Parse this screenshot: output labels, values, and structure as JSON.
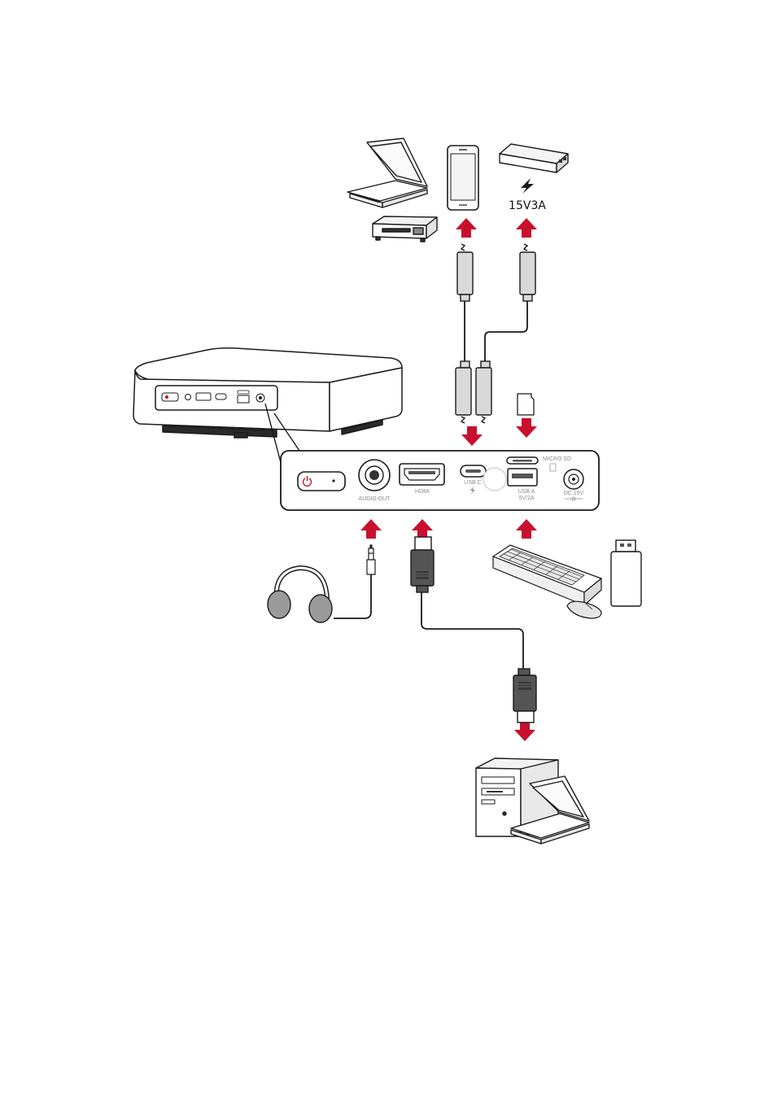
{
  "colors": {
    "arrow": "#c8102e",
    "outline": "#1a1a1a",
    "cable": "#222222",
    "connector_fill": "#d9d9d9",
    "hdmi_plug": "#555555"
  },
  "power_source": {
    "label": "15V3A",
    "icon": "lightning-bolt-icon"
  },
  "ports": {
    "audio_out": "AUDIO OUT",
    "hdmi": "HDMI",
    "usb_c": "USB C",
    "usb_a": "USB A",
    "usb_a_rating": "5V/2A",
    "micro_sd": "MICRO SD",
    "dc": "DC 19V"
  },
  "devices": [
    {
      "icon": "laptop-icon"
    },
    {
      "icon": "media-player-icon"
    },
    {
      "icon": "smartphone-icon"
    },
    {
      "icon": "power-bank-icon"
    },
    {
      "icon": "micro-sd-card-icon"
    },
    {
      "icon": "headphones-icon"
    },
    {
      "icon": "keyboard-icon"
    },
    {
      "icon": "mouse-icon"
    },
    {
      "icon": "usb-stick-icon"
    },
    {
      "icon": "desktop-tower-icon"
    },
    {
      "icon": "laptop-icon"
    }
  ]
}
